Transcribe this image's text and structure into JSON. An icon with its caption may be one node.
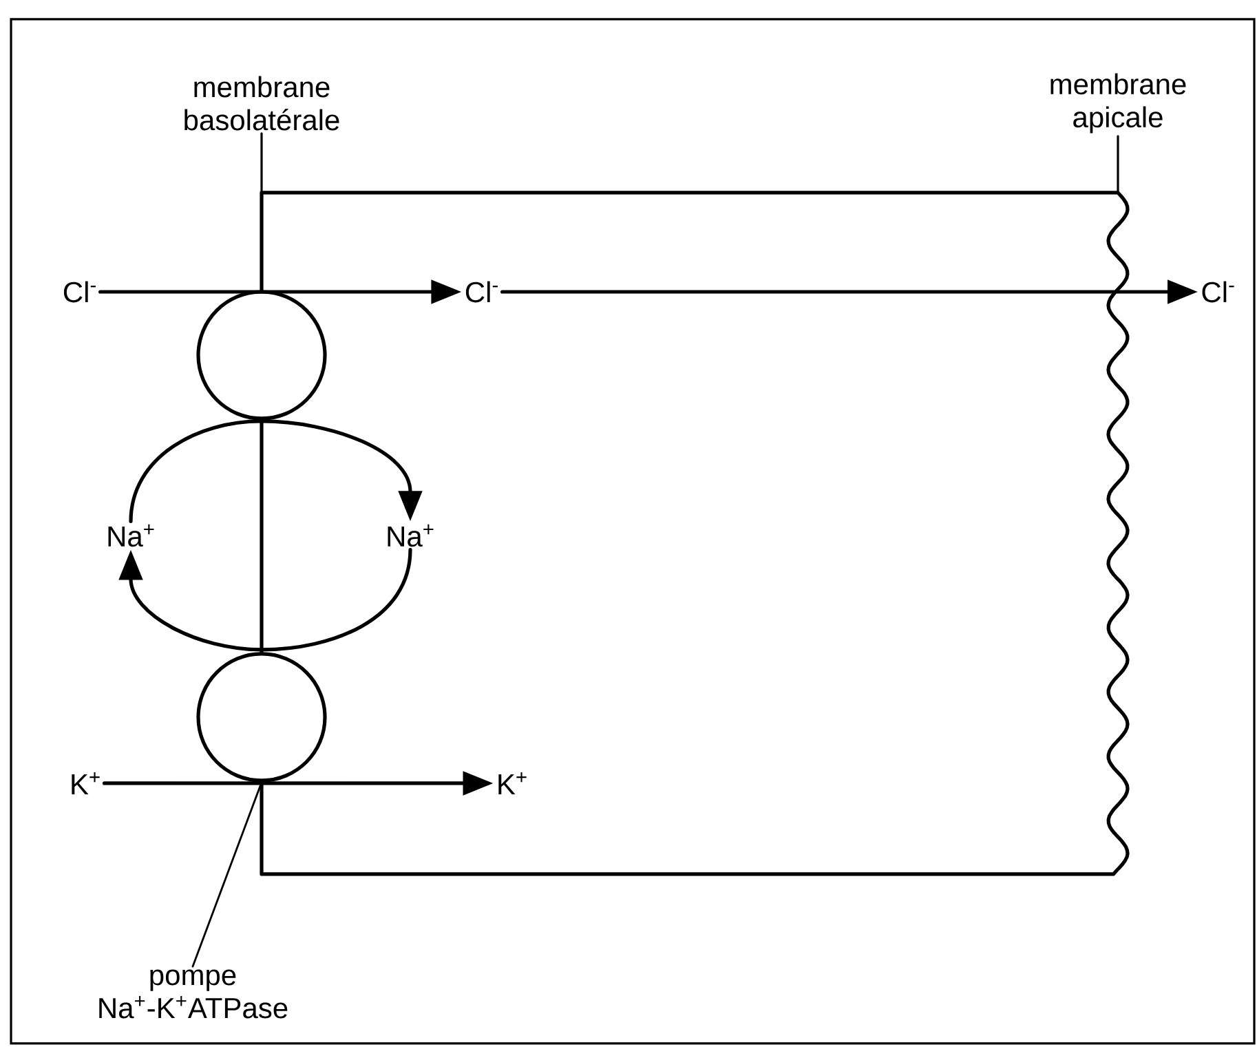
{
  "diagram": {
    "nodes": [
      {
        "text": [
          "membrane basolatérale"
        ]
      },
      {
        "text": [
          "membrane apicale"
        ]
      },
      {
        "text": [
          "Cl$^{-}$"
        ]
      },
      {
        "text": [
          "Cl$^{-}$"
        ]
      },
      {
        "text": [
          "Cl$^{-}$"
        ]
      },
      {
        "text": [],
        "shape": "circle"
      },
      {
        "text": [
          "Na$^{+}$"
        ]
      },
      {
        "text": [
          "Na$^{+}$"
        ]
      },
      {
        "text": [],
        "shape": "circle"
      },
      {
        "text": [
          "K$^{+}$"
        ]
      },
      {
        "text": [
          "K$^{+}$"
        ]
      },
      {
        "text": [
          "pompe Na$^{+}$-K$^{+}$ATPase"
        ]
      }
    ],
    "edges": [
      {
        "from": 0,
        "to": null,
        "arrow": "none"
      },
      {
        "from": 1,
        "to": null,
        "arrow": "none"
      },
      {
        "from": 2,
        "to": 3,
        "arrow": "to"
      },
      {
        "from": 3,
        "to": 4,
        "arrow": "to"
      },
      {
        "from": 6,
        "to": 7,
        "arrow": "to"
      },
      {
        "from": 7,
        "to": 6,
        "arrow": "to"
      },
      {
        "from": 9,
        "to": 10,
        "arrow": "to"
      },
      {
        "from": 11,
        "to": 8,
        "arrow": "none"
      }
    ]
  }
}
